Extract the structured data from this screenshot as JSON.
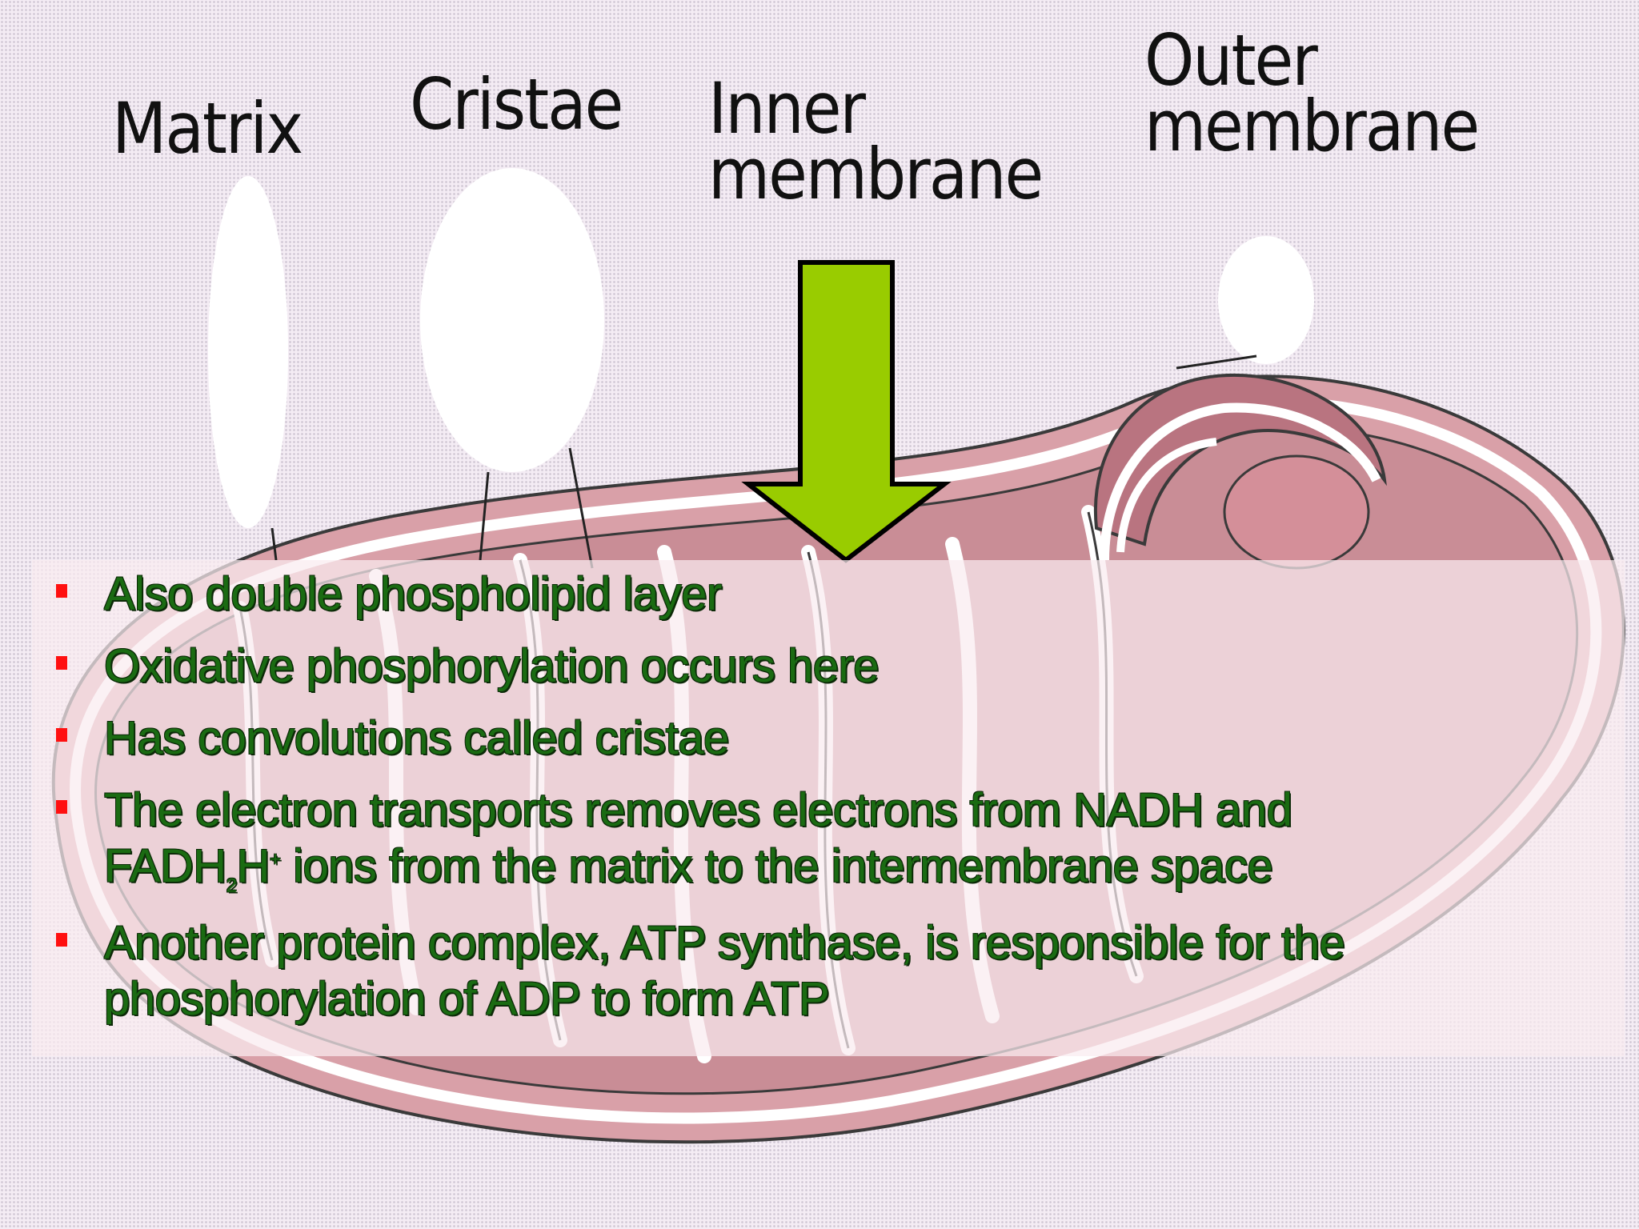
{
  "labels": {
    "matrix": "Matrix",
    "cristae": "Cristae",
    "inner_line1": "Inner",
    "inner_line2": "membrane",
    "outer_line1": "Outer",
    "outer_line2": "membrane"
  },
  "colors": {
    "arrow": "#99cc00",
    "bullet": "#ff0000",
    "text": "#1a6b12",
    "mitochondrion": "#d9a0a8"
  },
  "bullets": [
    "Also double phospholipid layer",
    "Oxidative phosphorylation occurs here",
    "Has convolutions called cristae"
  ],
  "bullet4": {
    "line1": "The electron transports removes electrons from NADH and",
    "fadh": "FADH",
    "sub": "2",
    "h": "H",
    "sup": "+",
    "rest": " ions from the matrix to the intermembrane space"
  },
  "bullet5": "Another protein complex, ATP synthase, is responsible for the phosphorylation of ADP to form ATP"
}
